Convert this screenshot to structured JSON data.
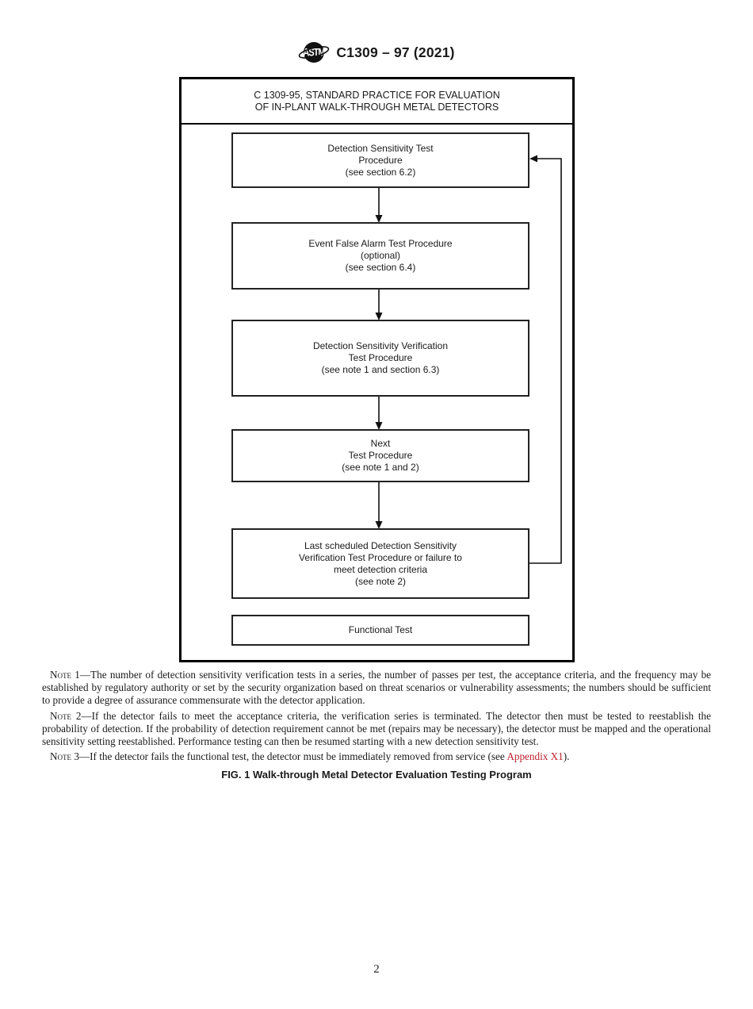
{
  "colors": {
    "link_red": "#BE1E2D",
    "ink": "#111111"
  },
  "header": {
    "doc_code": "C1309 – 97 (2021)",
    "logo": "astm-globe-logo"
  },
  "figure": {
    "title_line1": "C 1309-95, STANDARD PRACTICE FOR EVALUATION",
    "title_line2": "OF IN-PLANT WALK-THROUGH METAL DETECTORS",
    "boxes": [
      {
        "id": "detection-sensitivity-test",
        "lines": [
          "Detection Sensitivity Test",
          "Procedure",
          "(see section 6.2)"
        ]
      },
      {
        "id": "event-false-alarm-test",
        "lines": [
          "Event False Alarm Test Procedure",
          "(optional)",
          "(see section 6.4)"
        ]
      },
      {
        "id": "detection-sensitivity-verification",
        "lines": [
          "Detection Sensitivity Verification",
          "Test Procedure",
          "(see note 1 and section 6.3)"
        ]
      },
      {
        "id": "next-test-procedure",
        "lines": [
          "Next",
          "Test Procedure",
          "(see note 1 and 2)"
        ]
      },
      {
        "id": "last-scheduled-verification",
        "lines": [
          "Last scheduled Detection Sensitivity",
          "Verification Test Procedure or failure to",
          "meet detection criteria",
          "(see note 2)"
        ]
      },
      {
        "id": "functional-test",
        "lines": [
          "Functional Test"
        ]
      }
    ]
  },
  "notes": [
    {
      "label": "Note",
      "num": " 1",
      "dash": "—",
      "text": "The number of detection sensitivity verification tests in a series, the number of passes per test, the acceptance criteria, and the frequency may be established by regulatory authority or set by the security organization based on threat scenarios or vulnerability assessments; the numbers should be sufficient to provide a degree of assurance commensurate with the detector application."
    },
    {
      "label": "Note",
      "num": " 2",
      "dash": "—",
      "text": "If the detector fails to meet the acceptance criteria, the verification series is terminated. The detector then must be tested to reestablish the probability of detection. If the probability of detection requirement cannot be met (repairs may be necessary), the detector must be mapped and the operational sensitivity setting reestablished. Performance testing can then be resumed starting with a new detection sensitivity test."
    },
    {
      "label": "Note",
      "num": " 3",
      "dash": "—",
      "text_before": "If the detector fails the functional test, the detector must be immediately removed from service (see ",
      "link": "Appendix X1",
      "text_after": ")."
    }
  ],
  "caption": "FIG. 1 Walk-through Metal Detector Evaluation Testing Program",
  "page_number": "2"
}
